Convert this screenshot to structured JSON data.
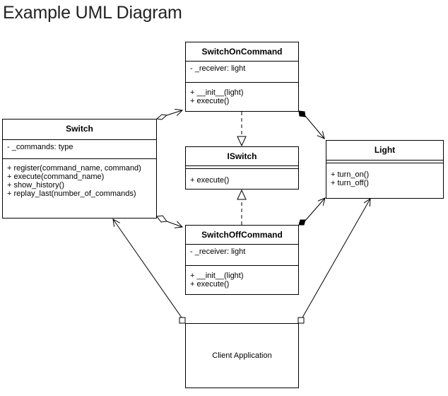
{
  "title": "Example UML Diagram",
  "classes": {
    "switch_on": {
      "name": "SwitchOnCommand",
      "attributes": [
        "- _receiver: light"
      ],
      "operations": [
        "+ __init__(light)",
        "+ execute()"
      ]
    },
    "switch": {
      "name": "Switch",
      "attributes": [
        "- _commands: type"
      ],
      "operations": [
        "+ register(command_name, command)",
        "+ execute(command_name)",
        "+ show_history()",
        "+ replay_last(number_of_commands)"
      ]
    },
    "iswitch": {
      "name": "ISwitch",
      "operations": [
        "+ execute()"
      ]
    },
    "light": {
      "name": "Light",
      "operations": [
        "+ turn_on()",
        "+ turn_off()"
      ]
    },
    "switch_off": {
      "name": "SwitchOffCommand",
      "attributes": [
        "- _receiver: light"
      ],
      "operations": [
        "+ __init__(light)",
        "+ execute()"
      ]
    }
  },
  "client": {
    "label": "Client Application"
  }
}
